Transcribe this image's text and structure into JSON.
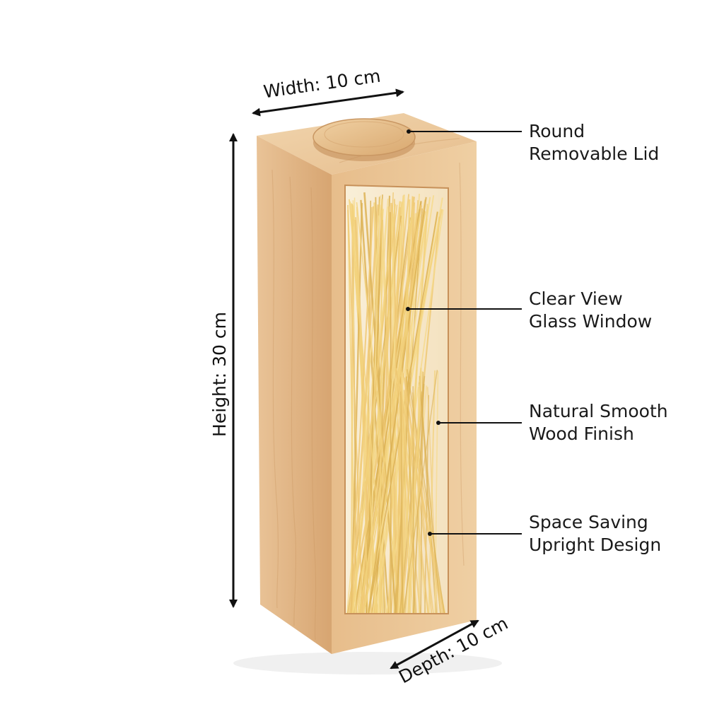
{
  "dimensions": {
    "width": "Width: 10 cm",
    "height": "Height: 30 cm",
    "depth": "Depth: 10 cm"
  },
  "callouts": [
    {
      "line1": "Round",
      "line2": "Removable Lid"
    },
    {
      "line1": "Clear View",
      "line2": "Glass Window"
    },
    {
      "line1": "Natural Smooth",
      "line2": "Wood Finish"
    },
    {
      "line1": "Space Saving",
      "line2": "Upright Design"
    }
  ],
  "colors": {
    "wood_light": "#ecc9a0",
    "wood_mid": "#dcae7d",
    "wood_dark": "#c8945f",
    "pasta": "#f2cd6b",
    "pasta_shadow": "#d9a93f",
    "glass_tint": "#f6e6c4",
    "line": "#111111"
  }
}
